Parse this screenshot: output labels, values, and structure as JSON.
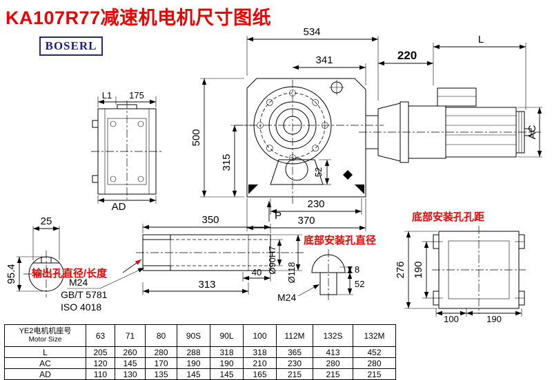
{
  "title": "KA107R77减速机电机尺寸图纸",
  "logo": "BOSERL",
  "colors": {
    "accent_red": "#ee0000",
    "logo_blue": "#22229a",
    "line_black": "#000000"
  },
  "main_view": {
    "d534": "534",
    "d341": "341",
    "d220": "220",
    "dL": "L",
    "d500": "500",
    "d315": "315",
    "d52": "52",
    "d230": "230",
    "d370": "370",
    "dP": "P",
    "dAC": "AC"
  },
  "side_view": {
    "dL1": "L1",
    "d175": "175",
    "dAD": "AD"
  },
  "key_section": {
    "d25": "25",
    "d95_4": "95.4"
  },
  "output_shaft": {
    "label": "输出孔直径/长度",
    "d350": "350",
    "d40": "40",
    "d313": "313",
    "m24": "M24",
    "gb": "GB/T 5781",
    "iso": "ISO 4018",
    "d90": "Ø90H7",
    "d118": "Ø118"
  },
  "bolt_view": {
    "label": "底部安装孔直径",
    "m24": "M24",
    "d8": "8",
    "d52": "52"
  },
  "bottom_view": {
    "label": "底部安装孔孔距",
    "d276": "276",
    "d190v": "190",
    "d100": "100",
    "d190h": "190"
  },
  "table": {
    "header_cn": "YE2电机机座号",
    "header_en": "Motor Size",
    "sizes": [
      "63",
      "71",
      "80",
      "90S",
      "90L",
      "100",
      "112M",
      "132S",
      "132M"
    ],
    "rows": [
      {
        "label": "L",
        "values": [
          "205",
          "260",
          "280",
          "288",
          "318",
          "318",
          "365",
          "413",
          "452"
        ]
      },
      {
        "label": "AC",
        "values": [
          "120",
          "145",
          "170",
          "190",
          "190",
          "210",
          "230",
          "280",
          "280"
        ]
      },
      {
        "label": "AD",
        "values": [
          "110",
          "130",
          "135",
          "145",
          "145",
          "165",
          "215",
          "215",
          "215"
        ]
      }
    ]
  }
}
